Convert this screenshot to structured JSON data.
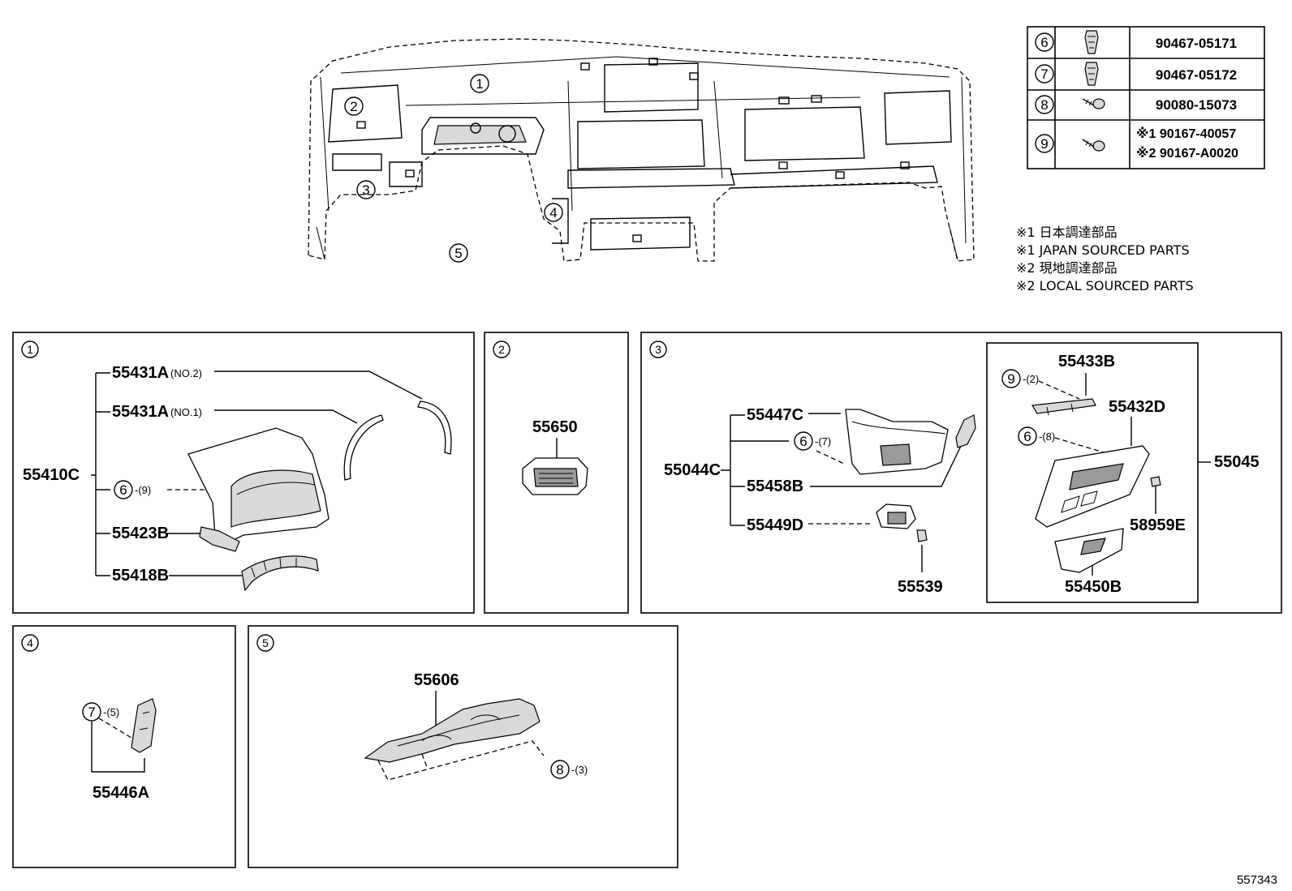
{
  "figure_number": "557343",
  "fastener_table": [
    {
      "ref": "6",
      "part": "90467-05171",
      "icon": "clip-icon"
    },
    {
      "ref": "7",
      "part": "90467-05172",
      "icon": "clip-icon"
    },
    {
      "ref": "8",
      "part": "90080-15073",
      "icon": "screw-icon"
    },
    {
      "ref": "9",
      "part_line1": "※1 90167-40057",
      "part_line2": "※2 90167-A0020",
      "icon": "screw-icon"
    }
  ],
  "notes": [
    "※1 日本調達部品",
    "※1 JAPAN SOURCED PARTS",
    "※2 現地調達部品",
    "※2 LOCAL SOURCED PARTS"
  ],
  "overview": {
    "callouts": [
      "1",
      "2",
      "3",
      "4",
      "5"
    ]
  },
  "panels": {
    "p1": {
      "num": "1",
      "labels": {
        "a": "55431A",
        "a_suffix": "(NO.2)",
        "b": "55431A",
        "b_suffix": "(NO.1)",
        "main": "55410C",
        "clip_ref": "6",
        "clip_qty": "-(9)",
        "c": "55423B",
        "d": "55418B"
      }
    },
    "p2": {
      "num": "2",
      "labels": {
        "a": "55650"
      }
    },
    "p3": {
      "num": "3",
      "labels": {
        "main": "55044C",
        "a": "55447C",
        "clip_ref": "6",
        "clip_qty": "-(7)",
        "b": "55458B",
        "c": "55449D",
        "d": "55539",
        "sub_main": "55045",
        "e": "55433B",
        "screw_ref": "9",
        "screw_qty": "-(2)",
        "f": "55432D",
        "clip2_ref": "6",
        "clip2_qty": "-(8)",
        "g": "58959E",
        "h": "55450B"
      }
    },
    "p4": {
      "num": "4",
      "labels": {
        "clip_ref": "7",
        "clip_qty": "-(5)",
        "a": "55446A"
      }
    },
    "p5": {
      "num": "5",
      "labels": {
        "a": "55606",
        "screw_ref": "8",
        "screw_qty": "-(3)"
      }
    }
  }
}
